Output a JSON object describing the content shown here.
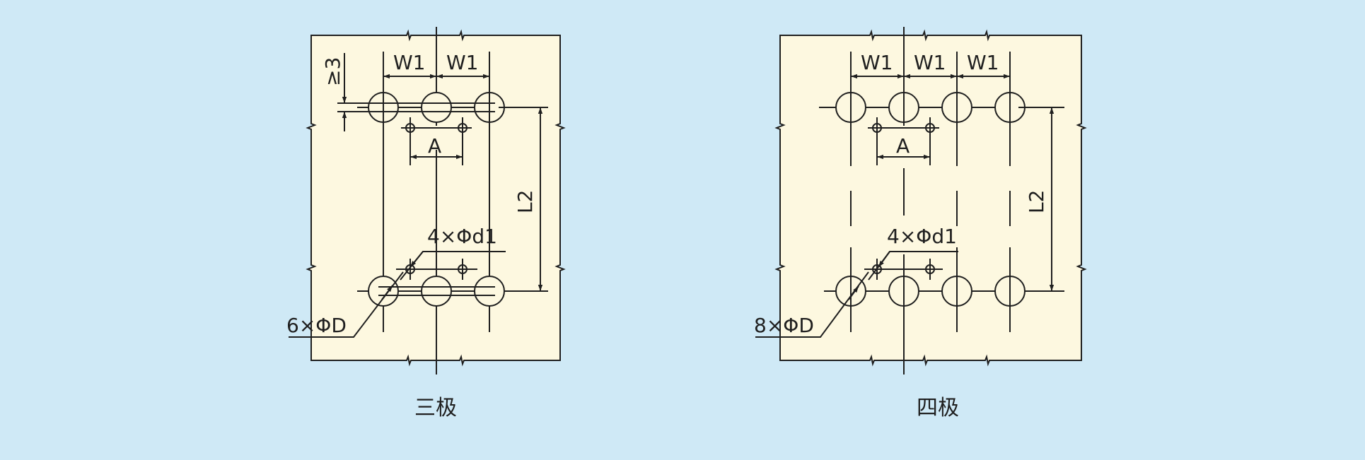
{
  "colors": {
    "background": "#cfe9f6",
    "panel_fill": "#fdf8e0",
    "line": "#1f1f1f"
  },
  "diagrams": [
    {
      "caption": "三极",
      "labels": {
        "w1_a": "W1",
        "w1_b": "W1",
        "gap": "≥3",
        "a": "A",
        "l2": "L2",
        "d1": "4×Φd1",
        "big_d": "6×ΦD"
      }
    },
    {
      "caption": "四极",
      "labels": {
        "w1_a": "W1",
        "w1_b": "W1",
        "w1_c": "W1",
        "a": "A",
        "l2": "L2",
        "d1": "4×Φd1",
        "big_d": "8×ΦD"
      }
    }
  ]
}
